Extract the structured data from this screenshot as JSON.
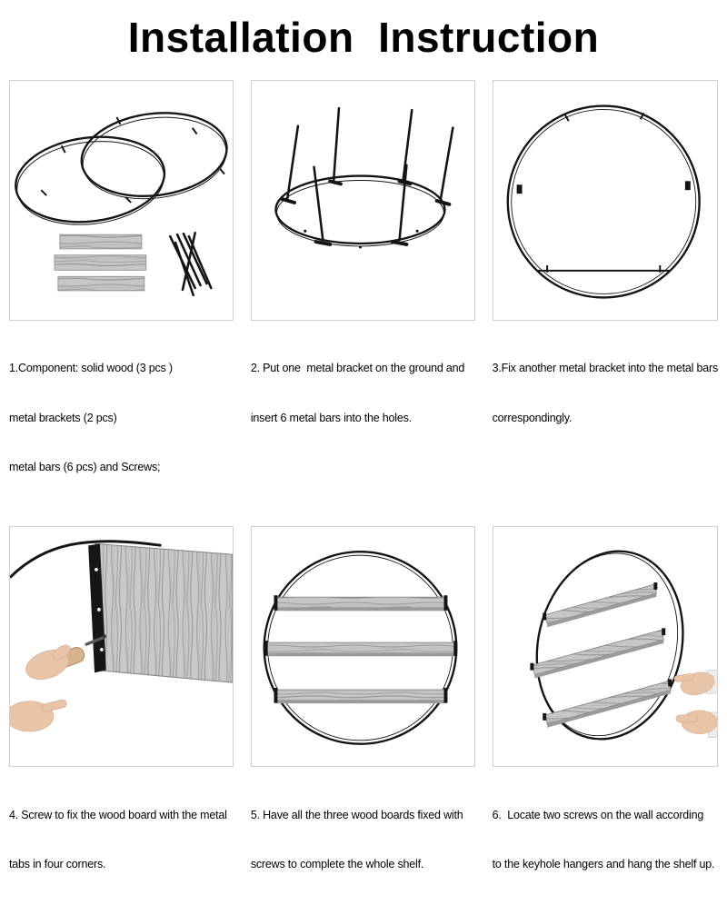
{
  "page": {
    "title": "Installation  Instruction"
  },
  "colors": {
    "ink": "#141414",
    "wood_gray": "#c6c6c6",
    "skin": "#e8c4a8",
    "panel_border": "#cfcfcf"
  },
  "steps": [
    {
      "number": 1,
      "illustration": "components-two-metal-brackets-three-wood-planks-six-bars",
      "lines": [
        "1.Component: solid wood (3 pcs )",
        "metal brackets (2 pcs)",
        "metal bars (6 pcs) and Screws;"
      ]
    },
    {
      "number": 2,
      "illustration": "metal-bracket-on-ground-with-six-bars-inserted",
      "lines": [
        "2. Put one  metal bracket on the ground and",
        "insert 6 metal bars into the holes."
      ]
    },
    {
      "number": 3,
      "illustration": "second-metal-bracket-fixed-front-ring-view",
      "lines": [
        "3.Fix another metal bracket into the metal bars",
        "correspondingly."
      ]
    },
    {
      "number": 4,
      "illustration": "hand-screwing-wood-board-to-metal-tabs",
      "lines": [
        "4. Screw to fix the wood board with the metal",
        "tabs in four corners."
      ]
    },
    {
      "number": 5,
      "illustration": "completed-round-shelf-with-three-boards",
      "lines": [
        "5. Have all the three wood boards fixed with",
        "screws to complete the whole shelf."
      ]
    },
    {
      "number": 6,
      "illustration": "two-hands-hanging-shelf-on-wall",
      "lines": [
        "6.  Locate two screws on the wall according",
        "to the keyhole hangers and hang the shelf up."
      ]
    }
  ]
}
